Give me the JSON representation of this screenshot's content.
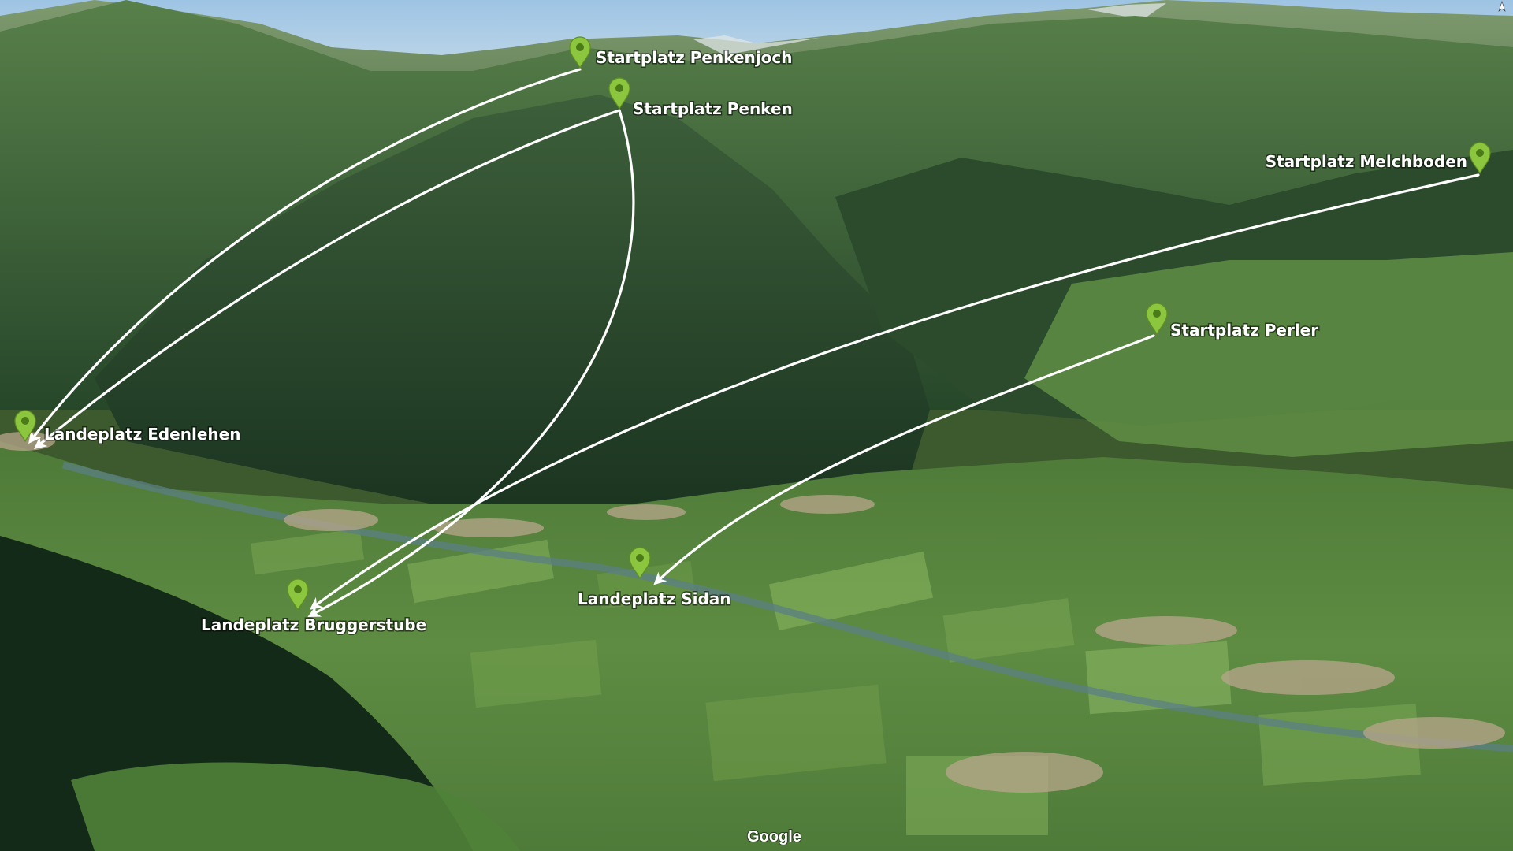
{
  "colors": {
    "marker": "#8cc63f",
    "route": "#ffffff",
    "sky": "#a9cbe6",
    "forest": "#1f3a22",
    "meadow": "#6e9a45"
  },
  "places": {
    "penkenjoch": "Startplatz Penkenjoch",
    "penken": "Startplatz Penken",
    "melchboden": "Startplatz Melchboden",
    "perler": "Startplatz Perler",
    "edenlehen": "Landeplatz Edenlehen",
    "bruggerstube": "Landeplatz Bruggerstube",
    "sidan": "Landeplatz Sidan"
  },
  "attribution": "Google",
  "icons": {
    "marker": "map-pin-icon",
    "arrow": "arrow-head-icon",
    "compass": "compass-icon"
  }
}
